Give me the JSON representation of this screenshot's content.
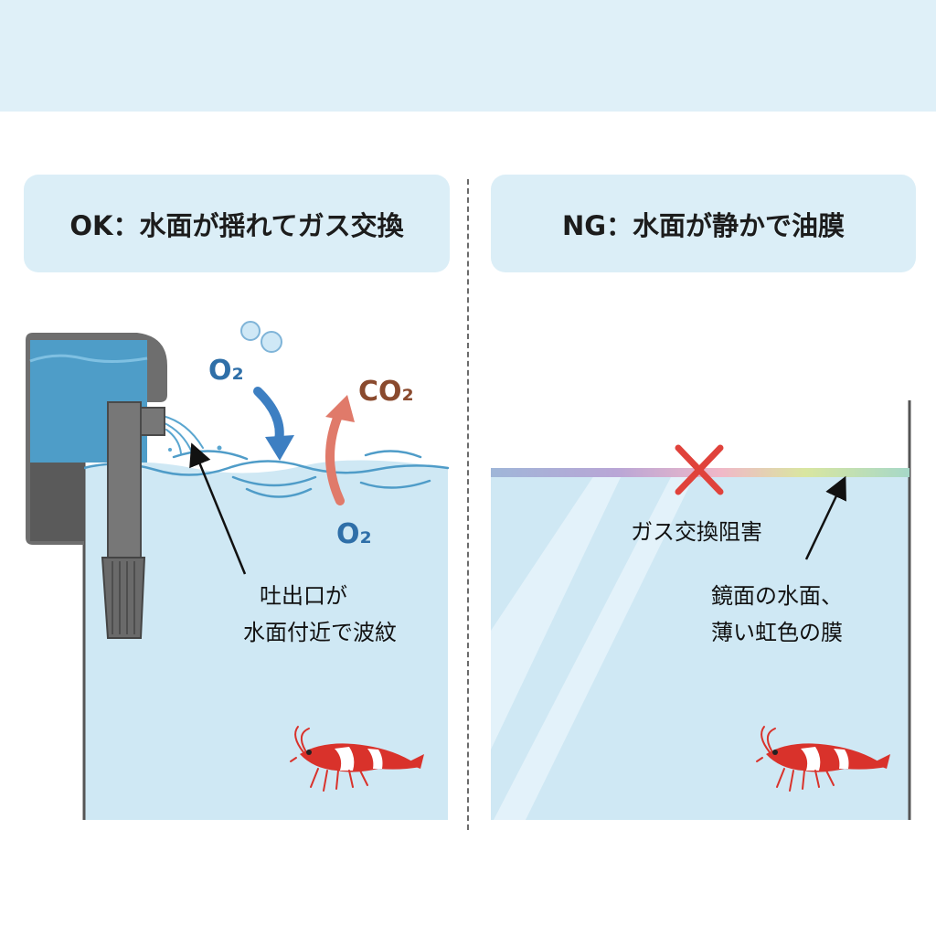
{
  "panels": {
    "ok": {
      "header": "OK：水面が揺れてガス交換",
      "o2_top": "O₂",
      "co2": "CO₂",
      "o2_bottom": "O₂",
      "callout_line1": "吐出口が",
      "callout_line2": "水面付近で波紋"
    },
    "ng": {
      "header": "NG：水面が静かで油膜",
      "blocked_label": "ガス交換阻害",
      "callout_line1": "鏡面の水面、",
      "callout_line2": "薄い虹色の膜"
    }
  },
  "colors": {
    "water": "#cfe8f4",
    "header_bg": "#dbeef7",
    "top_band": "#dff0f8",
    "o2": "#2f6fa8",
    "co2": "#8a4a2e",
    "co2_arrow": "#e07a6a",
    "cross": "#e0423b",
    "shrimp_red": "#d9322b"
  },
  "icons": [
    "hang-on-filter-icon",
    "bubbles-icon",
    "shrimp-icon",
    "cross-icon",
    "oil-film-rainbow"
  ]
}
